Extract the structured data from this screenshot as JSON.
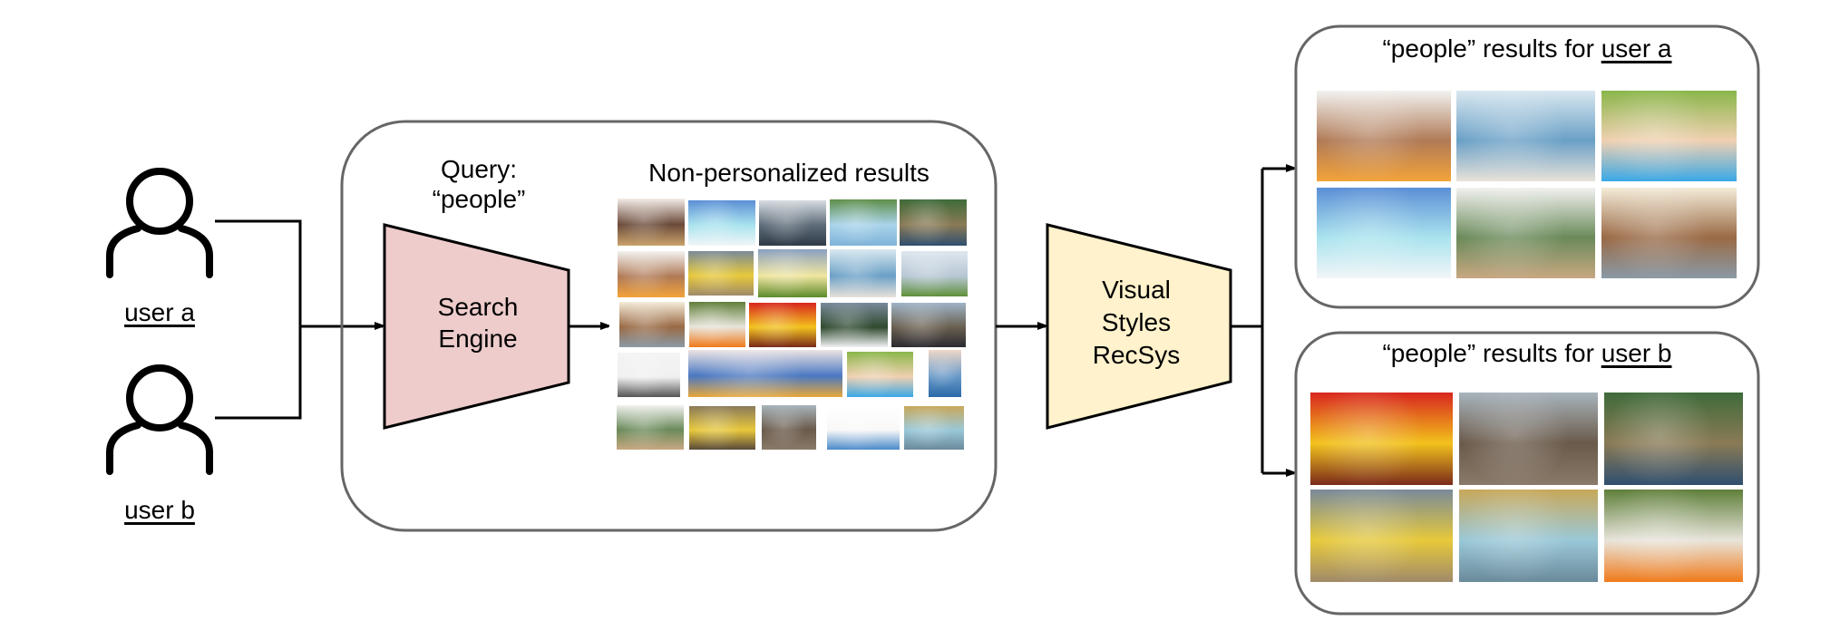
{
  "users": [
    {
      "label": "user a",
      "icon": "person-icon"
    },
    {
      "label": "user b",
      "icon": "person-icon"
    }
  ],
  "search_stage": {
    "query_label_line1": "Query:",
    "query_label_line2": "“people”",
    "engine_line1": "Search",
    "engine_line2": "Engine",
    "engine_fill": "#eecccc"
  },
  "non_personalized": {
    "title": "Non-personalized results",
    "rows": [
      [
        "group of friends smiling",
        "couple at resort pool",
        "office team meeting",
        "woman floating in sea",
        "tiki boat on river"
      ],
      [
        "woman drinking juice",
        "dragon boat race",
        "man in green field",
        "two women hugging by sea",
        "people farming field"
      ],
      [
        "woman with headphones",
        "white-water rafting",
        "red-shirted sports fans",
        "snowy ski slope",
        "crowd at church plaza"
      ],
      [
        "crowd pictogram icons",
        "illustrated people in masks",
        "family in pool with sunglasses",
        "man taking selfie in sea"
      ],
      [
        "woman with hat and laptop",
        "coworkers at laptop",
        "buffalo race in mud",
        "illustrated people walking",
        "thermal bath crowd"
      ]
    ]
  },
  "recsys": {
    "line1": "Visual",
    "line2": "Styles",
    "line3": "RecSys",
    "fill": "#fff2cc"
  },
  "results": [
    {
      "title_prefix": "“people” results for ",
      "user": "user a",
      "images": [
        "woman drinking juice",
        "two women hugging by sea",
        "family in pool with sunglasses",
        "couple at resort pool",
        "woman with hat and laptop",
        "woman with headphones"
      ]
    },
    {
      "title_prefix": "“people” results for ",
      "user": "user b",
      "images": [
        "red-shirted sports fans",
        "buffalo race in mud",
        "tiki boat on river",
        "dragon boat race",
        "thermal bath crowd",
        "white-water rafting"
      ]
    }
  ]
}
